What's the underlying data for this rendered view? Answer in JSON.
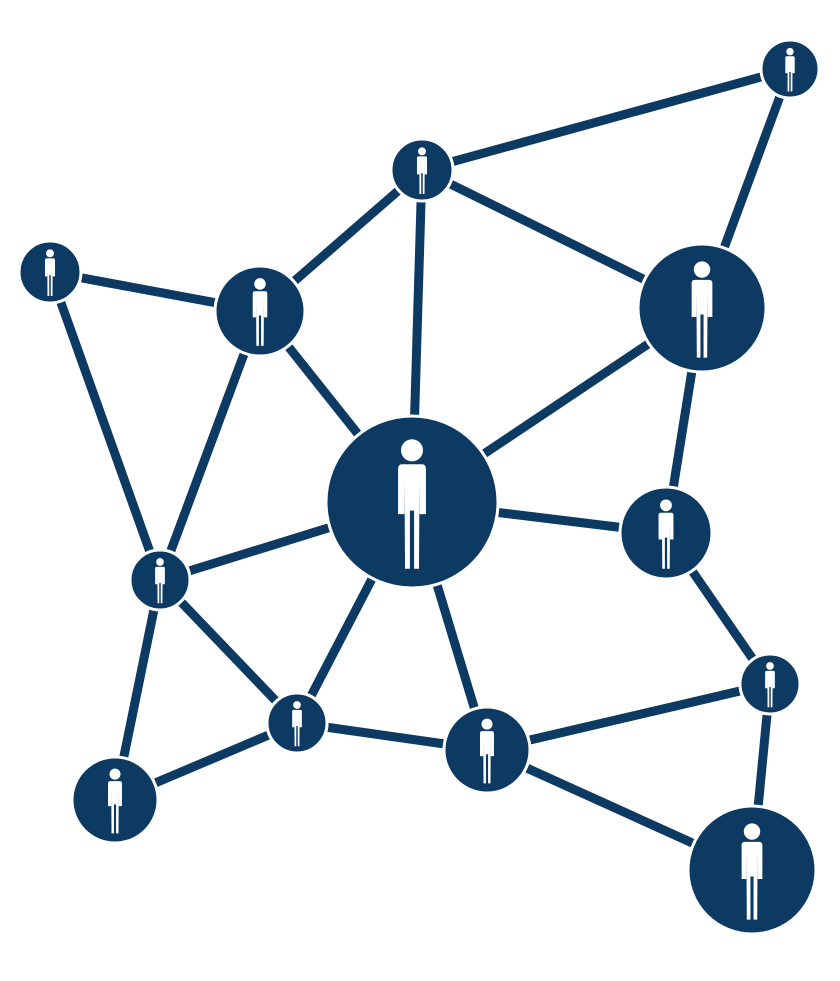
{
  "colors": {
    "node": "#0c3a63",
    "edge": "#0c3a63",
    "person": "#ffffff",
    "background": "#ffffff"
  },
  "icon": "person-icon",
  "nodes": [
    {
      "id": "n1",
      "size": "small"
    },
    {
      "id": "n2",
      "size": "small"
    },
    {
      "id": "n3",
      "size": "small"
    },
    {
      "id": "n4",
      "size": "medium"
    },
    {
      "id": "n5",
      "size": "large"
    },
    {
      "id": "n6",
      "size": "xlarge"
    },
    {
      "id": "n7",
      "size": "medium"
    },
    {
      "id": "n8",
      "size": "small"
    },
    {
      "id": "n9",
      "size": "small"
    },
    {
      "id": "n10",
      "size": "small"
    },
    {
      "id": "n11",
      "size": "medium"
    },
    {
      "id": "n12",
      "size": "small"
    },
    {
      "id": "n13",
      "size": "medium"
    },
    {
      "id": "n14",
      "size": "large"
    }
  ],
  "edges": [
    [
      "n2",
      "n1"
    ],
    [
      "n1",
      "n5"
    ],
    [
      "n2",
      "n5"
    ],
    [
      "n2",
      "n4"
    ],
    [
      "n2",
      "n8"
    ],
    [
      "n3",
      "n4"
    ],
    [
      "n3",
      "n5"
    ],
    [
      "n3",
      "n6"
    ],
    [
      "n4",
      "n6"
    ],
    [
      "n4",
      "n8"
    ],
    [
      "n5",
      "n6"
    ],
    [
      "n5",
      "n7"
    ],
    [
      "n6",
      "n7"
    ],
    [
      "n6",
      "n8"
    ],
    [
      "n6",
      "n10"
    ],
    [
      "n6",
      "n11"
    ],
    [
      "n7",
      "n12"
    ],
    [
      "n8",
      "n9"
    ],
    [
      "n8",
      "n10"
    ],
    [
      "n9",
      "n13"
    ],
    [
      "n10",
      "n11"
    ],
    [
      "n10",
      "n13"
    ],
    [
      "n11",
      "n12"
    ],
    [
      "n11",
      "n14"
    ],
    [
      "n12",
      "n14"
    ]
  ]
}
